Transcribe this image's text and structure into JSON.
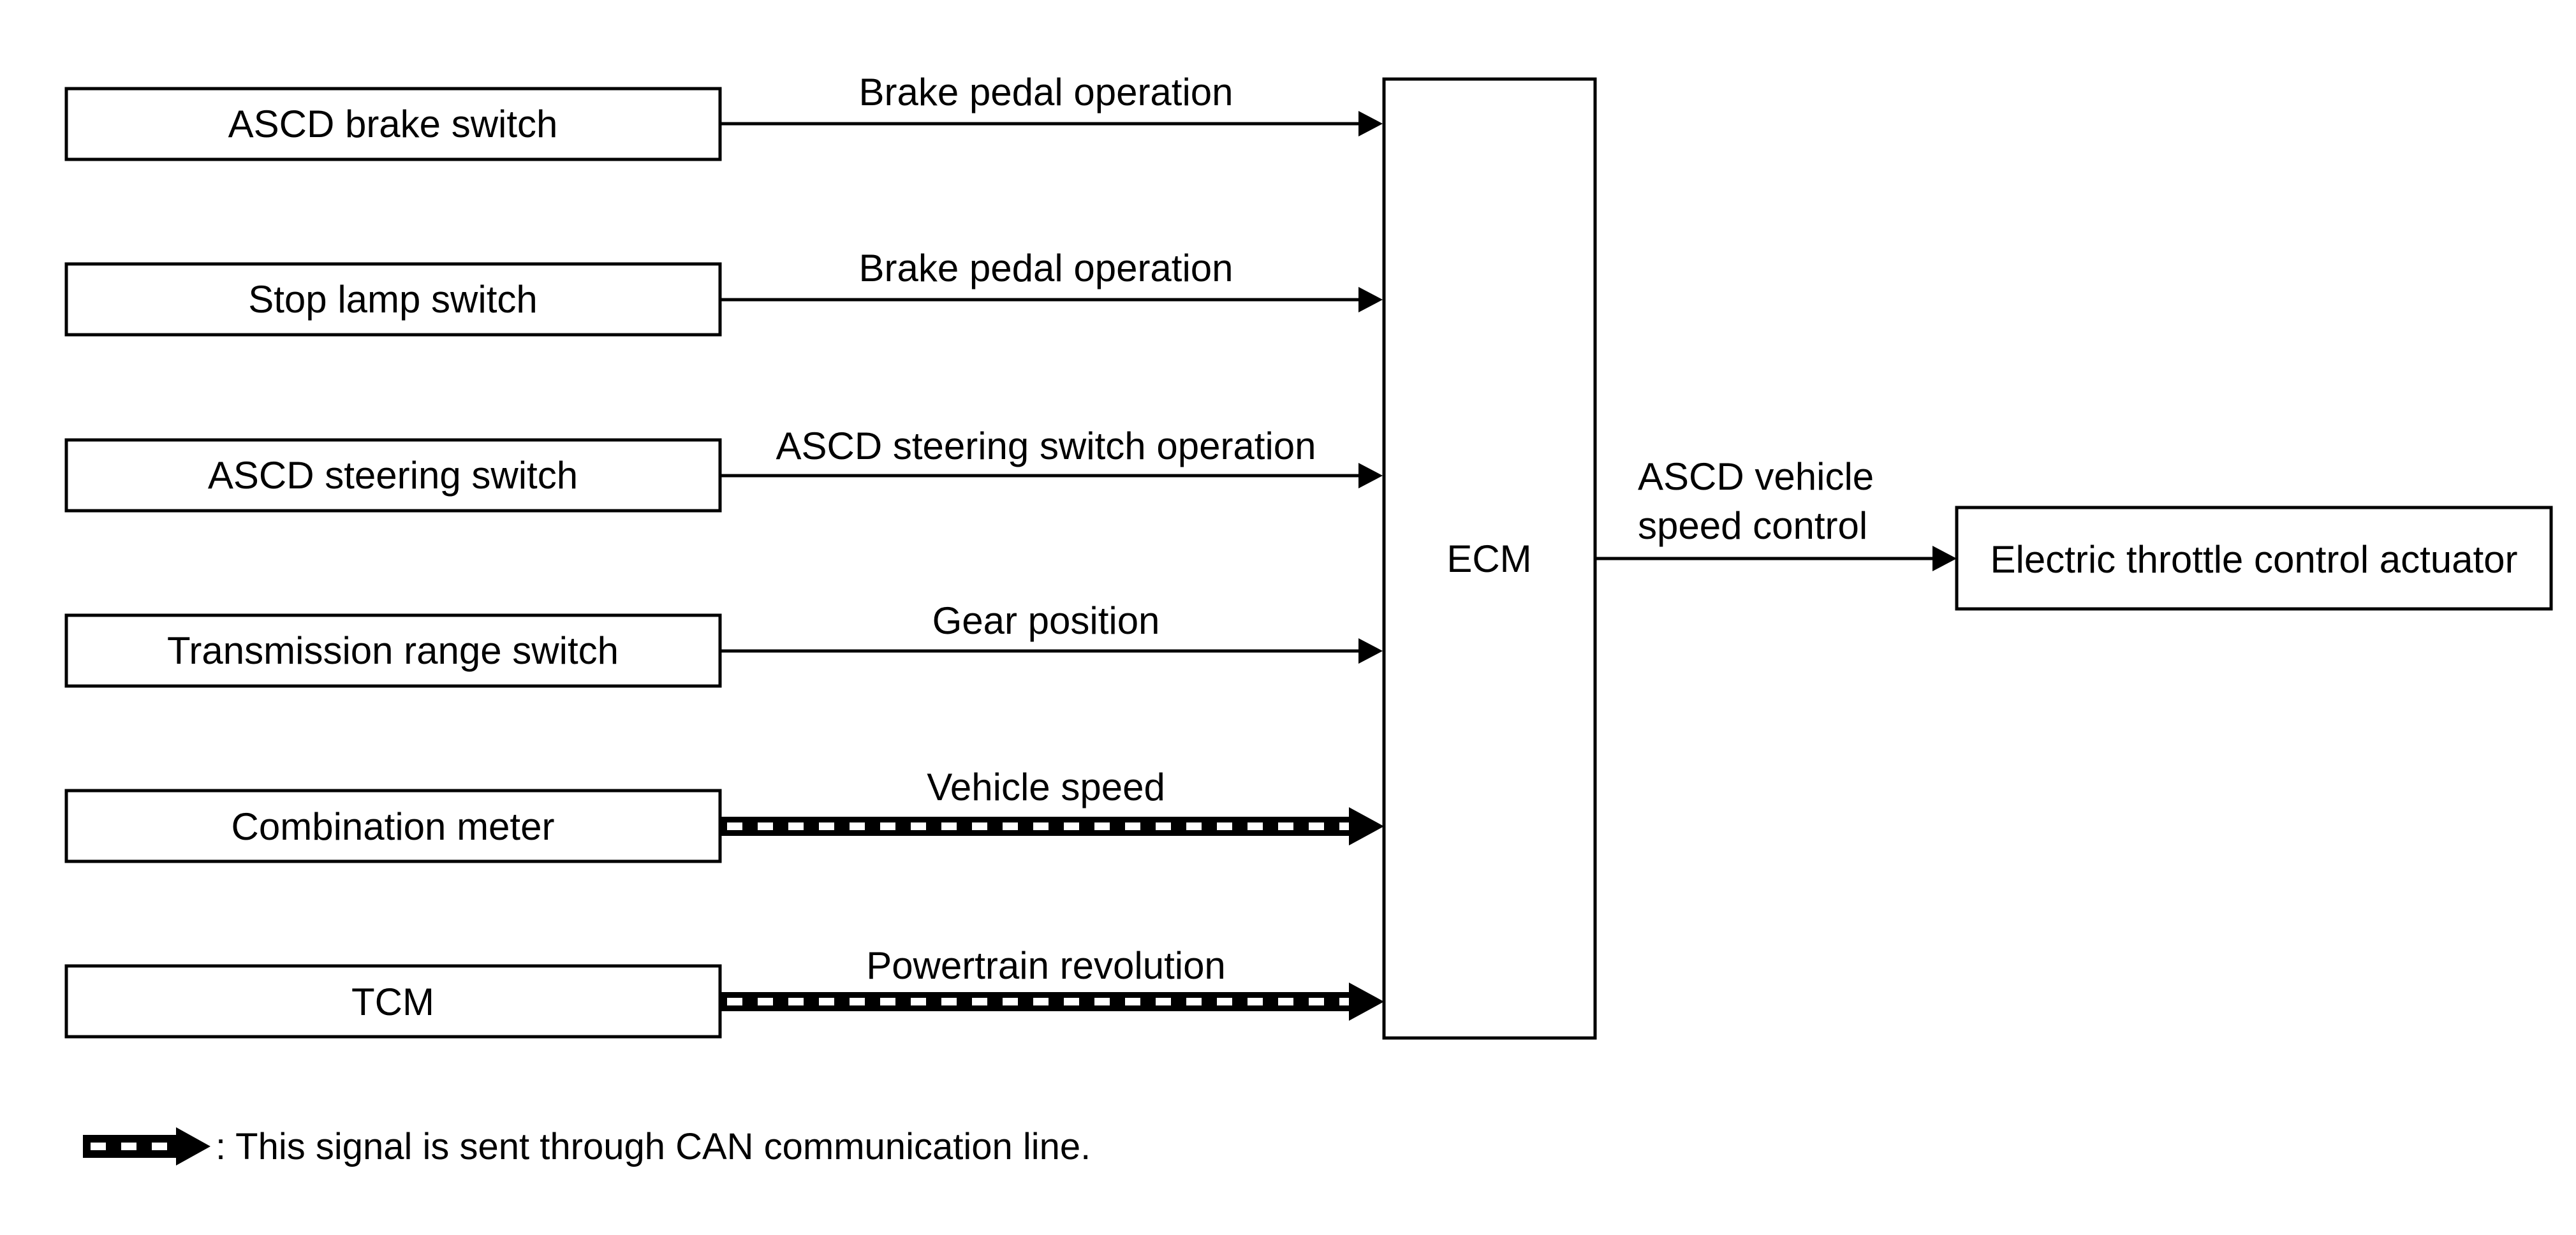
{
  "inputs": [
    {
      "label": "ASCD brake switch",
      "signal": "Brake pedal operation",
      "can": false
    },
    {
      "label": "Stop lamp switch",
      "signal": "Brake pedal operation",
      "can": false
    },
    {
      "label": "ASCD steering switch",
      "signal": "ASCD steering switch operation",
      "can": false
    },
    {
      "label": "Transmission range switch",
      "signal": "Gear position",
      "can": false
    },
    {
      "label": "Combination meter",
      "signal": "Vehicle speed",
      "can": true
    },
    {
      "label": "TCM",
      "signal": "Powertrain revolution",
      "can": true
    }
  ],
  "ecm": {
    "label": "ECM"
  },
  "output": {
    "signal_line1": "ASCD vehicle",
    "signal_line2": "speed control",
    "label": "Electric throttle control actuator"
  },
  "legend": {
    "text": ": This signal is sent through CAN communication line."
  }
}
